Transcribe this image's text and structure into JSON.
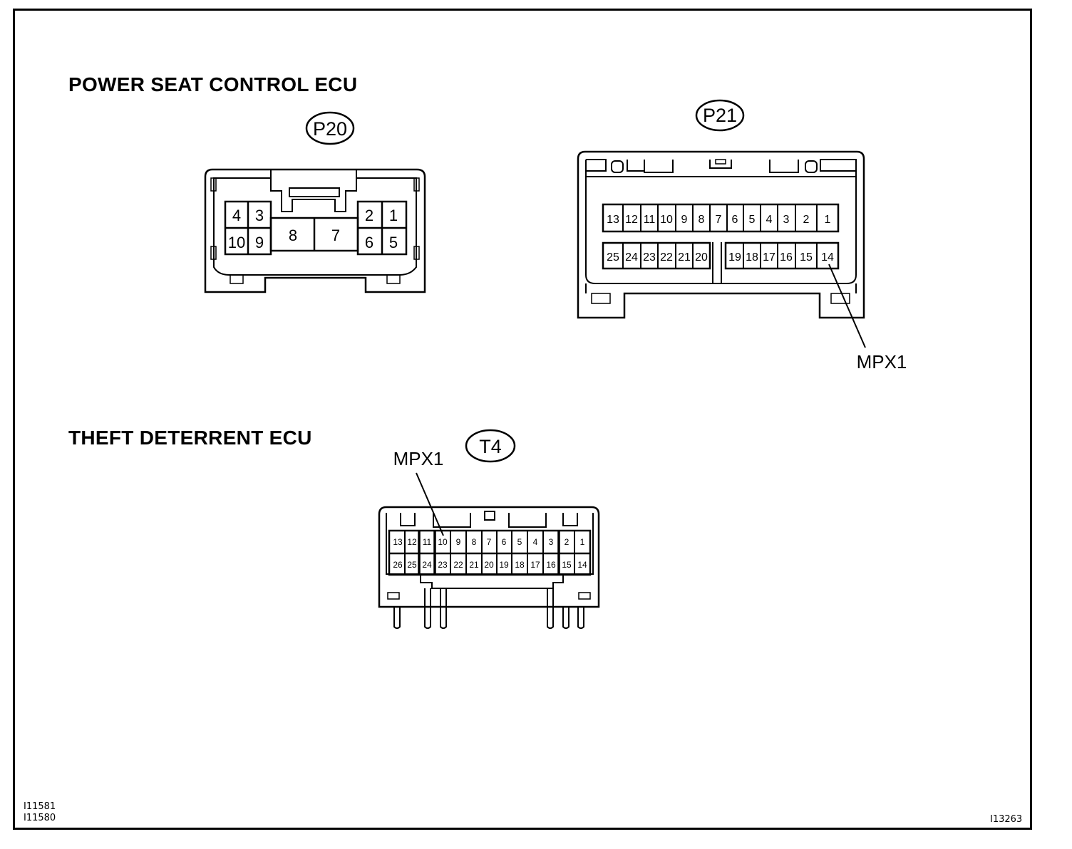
{
  "sections": {
    "power_seat": {
      "title": "POWER SEAT CONTROL ECU"
    },
    "theft": {
      "title": "THEFT DETERRENT ECU"
    }
  },
  "connectors": {
    "p20": {
      "label": "P20",
      "pins": [
        "1",
        "2",
        "3",
        "4",
        "5",
        "6",
        "7",
        "8",
        "9",
        "10"
      ]
    },
    "p21": {
      "label": "P21",
      "top_row": [
        "13",
        "12",
        "11",
        "10",
        "9",
        "8",
        "7",
        "6",
        "5",
        "4",
        "3",
        "2",
        "1"
      ],
      "bottom_row_left": [
        "25",
        "24",
        "23",
        "22",
        "21",
        "20"
      ],
      "bottom_row_right": [
        "19",
        "18",
        "17",
        "16",
        "15",
        "14"
      ],
      "callout": "MPX1"
    },
    "t4": {
      "label": "T4",
      "top_row": [
        "13",
        "12",
        "11",
        "10",
        "9",
        "8",
        "7",
        "6",
        "5",
        "4",
        "3",
        "2",
        "1"
      ],
      "bottom_row": [
        "26",
        "25",
        "24",
        "23",
        "22",
        "21",
        "20",
        "19",
        "18",
        "17",
        "16",
        "15",
        "14"
      ],
      "callout": "MPX1"
    }
  },
  "figure_codes": {
    "left": [
      "I11581",
      "I11580"
    ],
    "right": "I13263"
  }
}
